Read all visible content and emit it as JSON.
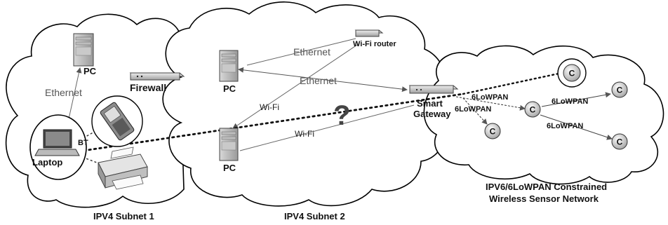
{
  "labels": {
    "pc_subnet1": "PC",
    "ethernet_subnet1": "Ethernet",
    "firewall": "Firewall",
    "bt": "BT",
    "laptop": "Laptop",
    "pc_top_subnet2": "PC",
    "ethernet_upper": "Ethernet",
    "wifi_router": "Wi-Fi router",
    "ethernet_lower": "Ethernet",
    "wifi_left": "Wi-Fi",
    "wifi_right": "Wi-Fi",
    "pc_bottom_subnet2": "PC",
    "question_mark": "?",
    "smart_gateway_line1": "Smart",
    "smart_gateway_line2": "Gateway",
    "lowpan_1": "6LoWPAN",
    "lowpan_2": "6LoWPAN",
    "lowpan_3": "6LoWPAN",
    "lowpan_4": "6LoWPAN",
    "sensor_node": "C"
  },
  "captions": {
    "subnet1": "IPV4 Subnet 1",
    "subnet2": "IPV4 Subnet 2",
    "wsn_line1": "IPV6/6LoWPAN Constrained",
    "wsn_line2": "Wireless Sensor Network"
  }
}
